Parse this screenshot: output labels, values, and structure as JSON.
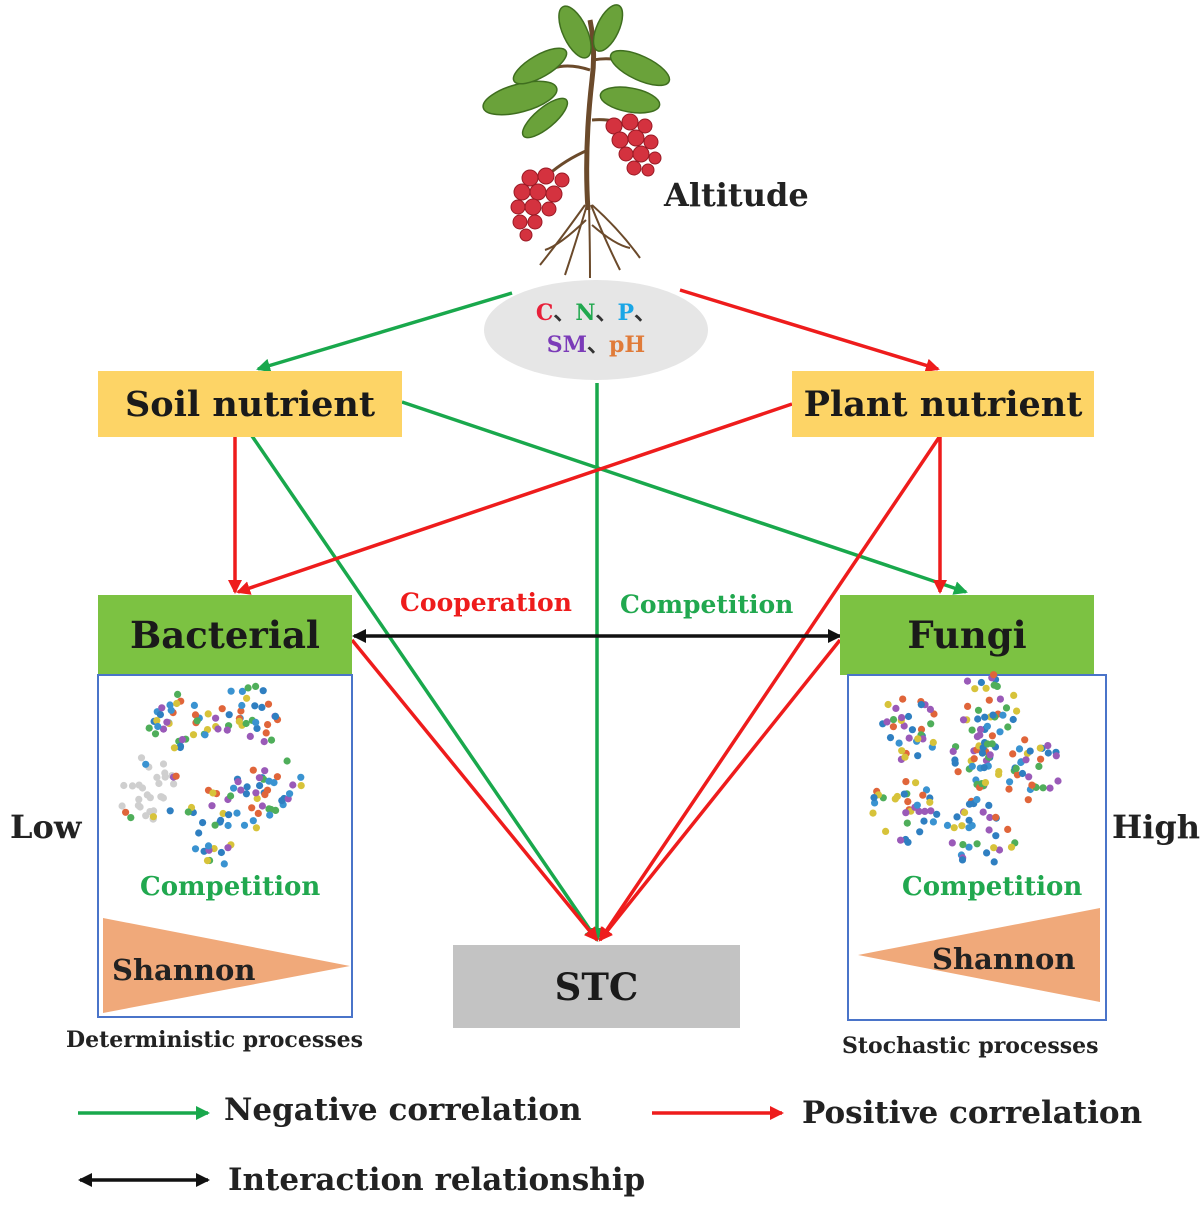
{
  "colors": {
    "negative": "#19a84c",
    "positive": "#ee1c1c",
    "interaction": "#111111",
    "nutrient_box": "#fdd466",
    "microbe_box": "#7cc242",
    "stc_box": "#c3c3c3",
    "panel_border": "#4a74c9",
    "shannon": "#f0a97a",
    "ellipse": "#e6e6e6",
    "c": "#e8203a",
    "n": "#21a84f",
    "p": "#1aa6e6",
    "sm": "#7b3bb8",
    "ph": "#e07b39"
  },
  "plant": {
    "altitude_label": "Altitude",
    "plant-icon": "plant-icon"
  },
  "factors": {
    "c": "C",
    "n": "N",
    "p": "P",
    "sm": "SM",
    "ph": "pH",
    "sep": "、"
  },
  "nodes": {
    "soil": "Soil nutrient",
    "plant": "Plant nutrient",
    "bacterial": "Bacterial",
    "fungi": "Fungi",
    "stc": "STC"
  },
  "interaction": {
    "cooperation": "Cooperation",
    "competition": "Competition"
  },
  "bacterial_panel": {
    "side_label": "Low",
    "competition": "Competition",
    "shannon": "Shannon",
    "process": "Deterministic processes"
  },
  "fungi_panel": {
    "side_label": "High",
    "competition": "Competition",
    "shannon": "Shannon",
    "process": "Stochastic processes"
  },
  "legend": {
    "negative": "Negative correlation",
    "positive": "Positive correlation",
    "interaction": "Interaction relationship"
  }
}
